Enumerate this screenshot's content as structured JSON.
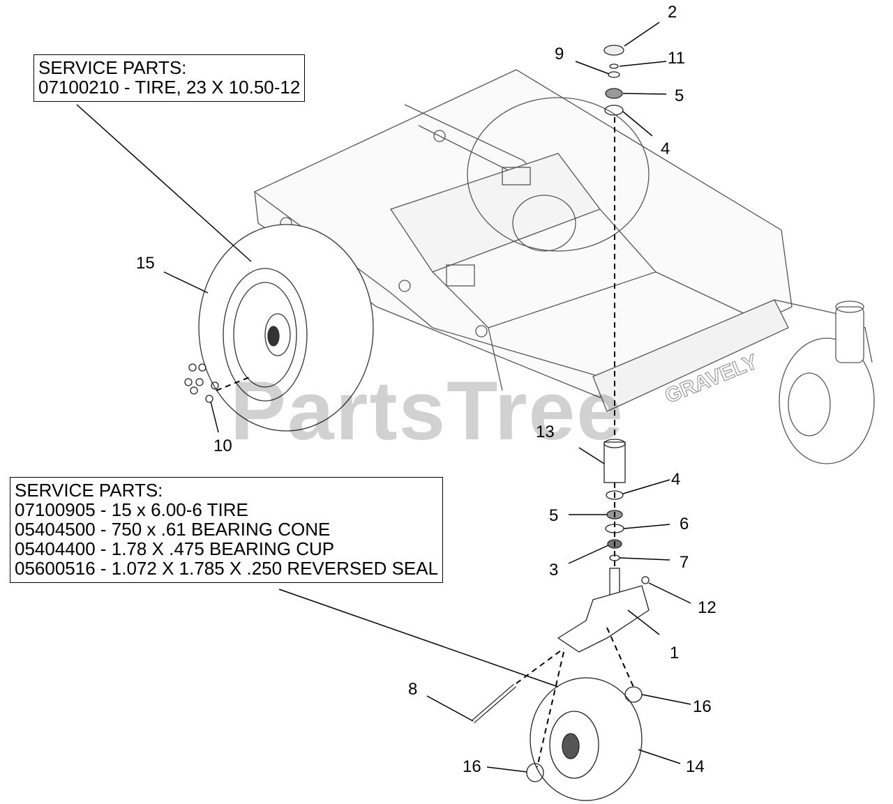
{
  "watermark": "PartsTree",
  "brand_on_frame": "GRAVELY",
  "service_parts_top": {
    "heading": "SERVICE PARTS:",
    "lines": [
      "07100210 - TIRE, 23 X 10.50-12"
    ]
  },
  "service_parts_bottom": {
    "heading": "SERVICE PARTS:",
    "lines": [
      "07100905 - 15 x 6.00-6 TIRE",
      "05404500 - 750 x .61 BEARING CONE",
      "05404400 - 1.78 X .475 BEARING CUP",
      "05600516 - 1.072 X 1.785 X .250 REVERSED SEAL"
    ]
  },
  "callouts": {
    "c2": "2",
    "c9": "9",
    "c11": "11",
    "c5a": "5",
    "c4a": "4",
    "c15": "15",
    "c10": "10",
    "c13": "13",
    "c4b": "4",
    "c5b": "5",
    "c6": "6",
    "c3": "3",
    "c7": "7",
    "c12": "12",
    "c1": "1",
    "c8": "8",
    "c16a": "16",
    "c16b": "16",
    "c14": "14"
  }
}
